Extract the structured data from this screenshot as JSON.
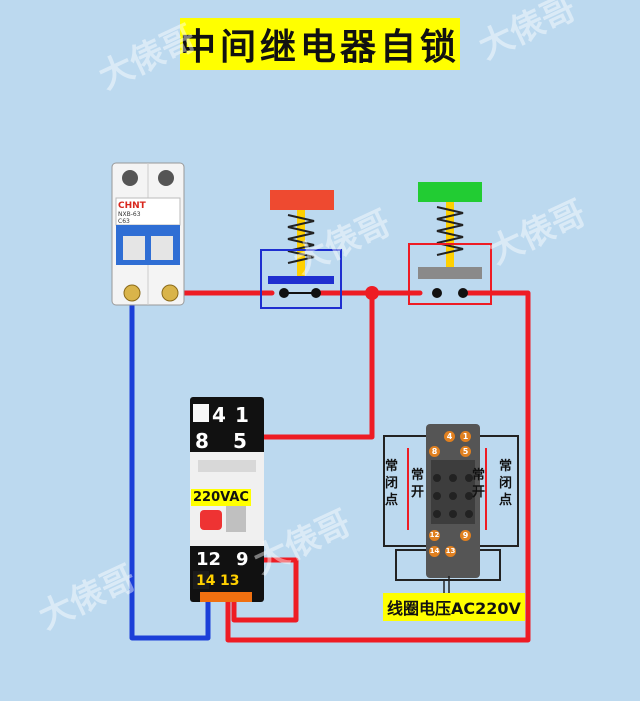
{
  "title": "中间继电器自锁",
  "watermark": "大俵哥",
  "breaker": {
    "brand": "CHNT",
    "model": "NXB-63",
    "rating": "C63"
  },
  "relay": {
    "terminals": [
      "4",
      "1",
      "8",
      "5",
      "12",
      "9",
      "14",
      "13"
    ],
    "voltage": "220VAC"
  },
  "base": {
    "top_pins": [
      "4",
      "1",
      "8",
      "5"
    ],
    "bottom_pins": [
      "12",
      "9",
      "14",
      "13"
    ],
    "nc_label": "常闭点",
    "no_label": "常开",
    "coil_label": "线圈电压AC220V"
  },
  "colors": {
    "wire_red": "#ee1c24",
    "wire_blue": "#1b3fd8",
    "stop_button": "#ee4a30",
    "start_button": "#22cc33",
    "label_bg": "#ffff00"
  }
}
